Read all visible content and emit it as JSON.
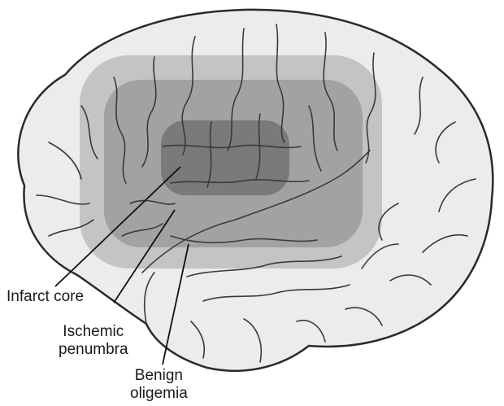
{
  "labels": {
    "infarct_core": "Infarct core",
    "ischemic_penumbra_line1": "Ischemic",
    "ischemic_penumbra_line2": "penumbra",
    "benign_oligemia_line1": "Benign",
    "benign_oligemia_line2": "oligemia"
  },
  "colors": {
    "brain_fill": "#ececec",
    "brain_outline": "#2a2a2a",
    "sulci": "#3a3a3a",
    "oligemia_zone": "#bdbdbd",
    "penumbra_zone": "#9e9e9e",
    "core_zone": "#7a7a7a",
    "leader_lines": "#111111"
  }
}
